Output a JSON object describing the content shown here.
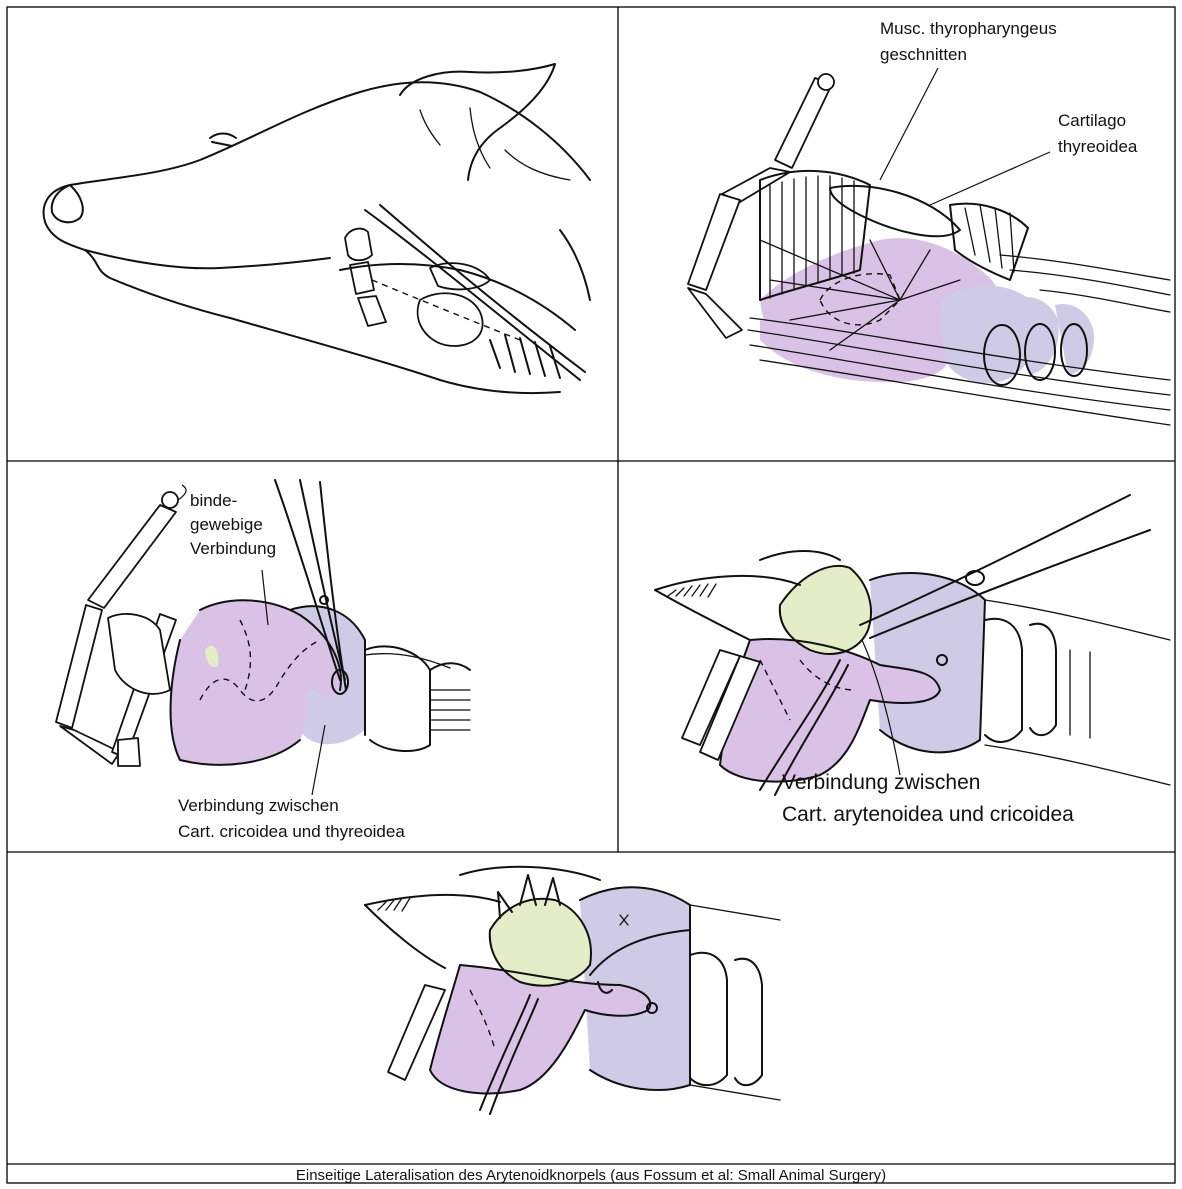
{
  "colors": {
    "lilac": "#d9c2e6",
    "lavender": "#cfcbe6",
    "pale_green": "#e4ecc8",
    "ink": "#111111",
    "background": "#ffffff"
  },
  "panels": {
    "panel1": {},
    "panel2": {
      "label_thyropharyngeus_line1": "Musc. thyropharyngeus",
      "label_thyropharyngeus_line2": "geschnitten",
      "label_thyreoidea_line1": "Cartilago",
      "label_thyreoidea_line2": "thyreoidea"
    },
    "panel3": {
      "label_binde_line1": "binde-",
      "label_binde_line2": "gewebige",
      "label_binde_line3": "Verbindung",
      "label_cricothyroid_line1": "Verbindung zwischen",
      "label_cricothyroid_line2": "Cart. cricoidea und thyreoidea"
    },
    "panel4": {
      "label_cricoarytenoid_line1": "Verbindung zwischen",
      "label_cricoarytenoid_line2": "Cart. arytenoidea und cricoidea"
    },
    "panel5": {}
  },
  "caption": "Einseitige Lateralisation des Arytenoidknorpels (aus Fossum et al: Small Animal Surgery)"
}
